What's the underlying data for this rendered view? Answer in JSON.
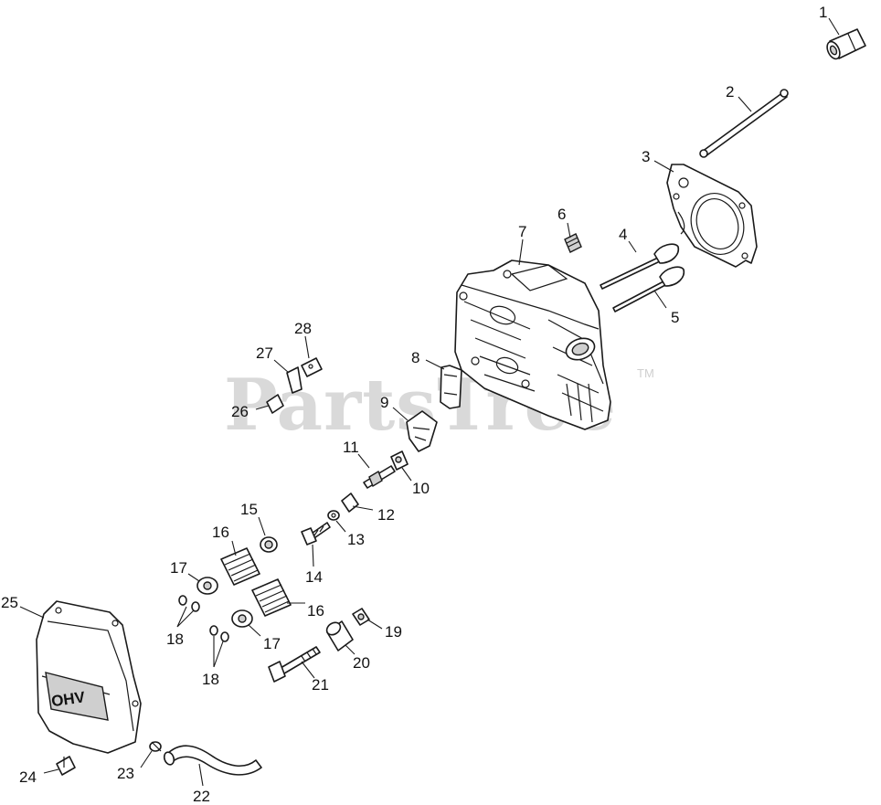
{
  "watermark": {
    "text": "PartsTree",
    "trademark": "TM"
  },
  "cover_badge": "OHV",
  "callouts": [
    {
      "id": "c1",
      "label": "1"
    },
    {
      "id": "c2",
      "label": "2"
    },
    {
      "id": "c3",
      "label": "3"
    },
    {
      "id": "c4",
      "label": "4"
    },
    {
      "id": "c5",
      "label": "5"
    },
    {
      "id": "c6",
      "label": "6"
    },
    {
      "id": "c7",
      "label": "7"
    },
    {
      "id": "c8",
      "label": "8"
    },
    {
      "id": "c9",
      "label": "9"
    },
    {
      "id": "c10",
      "label": "10"
    },
    {
      "id": "c11",
      "label": "11"
    },
    {
      "id": "c12",
      "label": "12"
    },
    {
      "id": "c13",
      "label": "13"
    },
    {
      "id": "c14",
      "label": "14"
    },
    {
      "id": "c15",
      "label": "15"
    },
    {
      "id": "c16a",
      "label": "16"
    },
    {
      "id": "c16b",
      "label": "16"
    },
    {
      "id": "c17a",
      "label": "17"
    },
    {
      "id": "c17b",
      "label": "17"
    },
    {
      "id": "c18a",
      "label": "18"
    },
    {
      "id": "c18b",
      "label": "18"
    },
    {
      "id": "c19",
      "label": "19"
    },
    {
      "id": "c20",
      "label": "20"
    },
    {
      "id": "c21",
      "label": "21"
    },
    {
      "id": "c22",
      "label": "22"
    },
    {
      "id": "c23",
      "label": "23"
    },
    {
      "id": "c24",
      "label": "24"
    },
    {
      "id": "c25",
      "label": "25"
    },
    {
      "id": "c26",
      "label": "26"
    },
    {
      "id": "c27",
      "label": "27"
    },
    {
      "id": "c28",
      "label": "28"
    }
  ]
}
